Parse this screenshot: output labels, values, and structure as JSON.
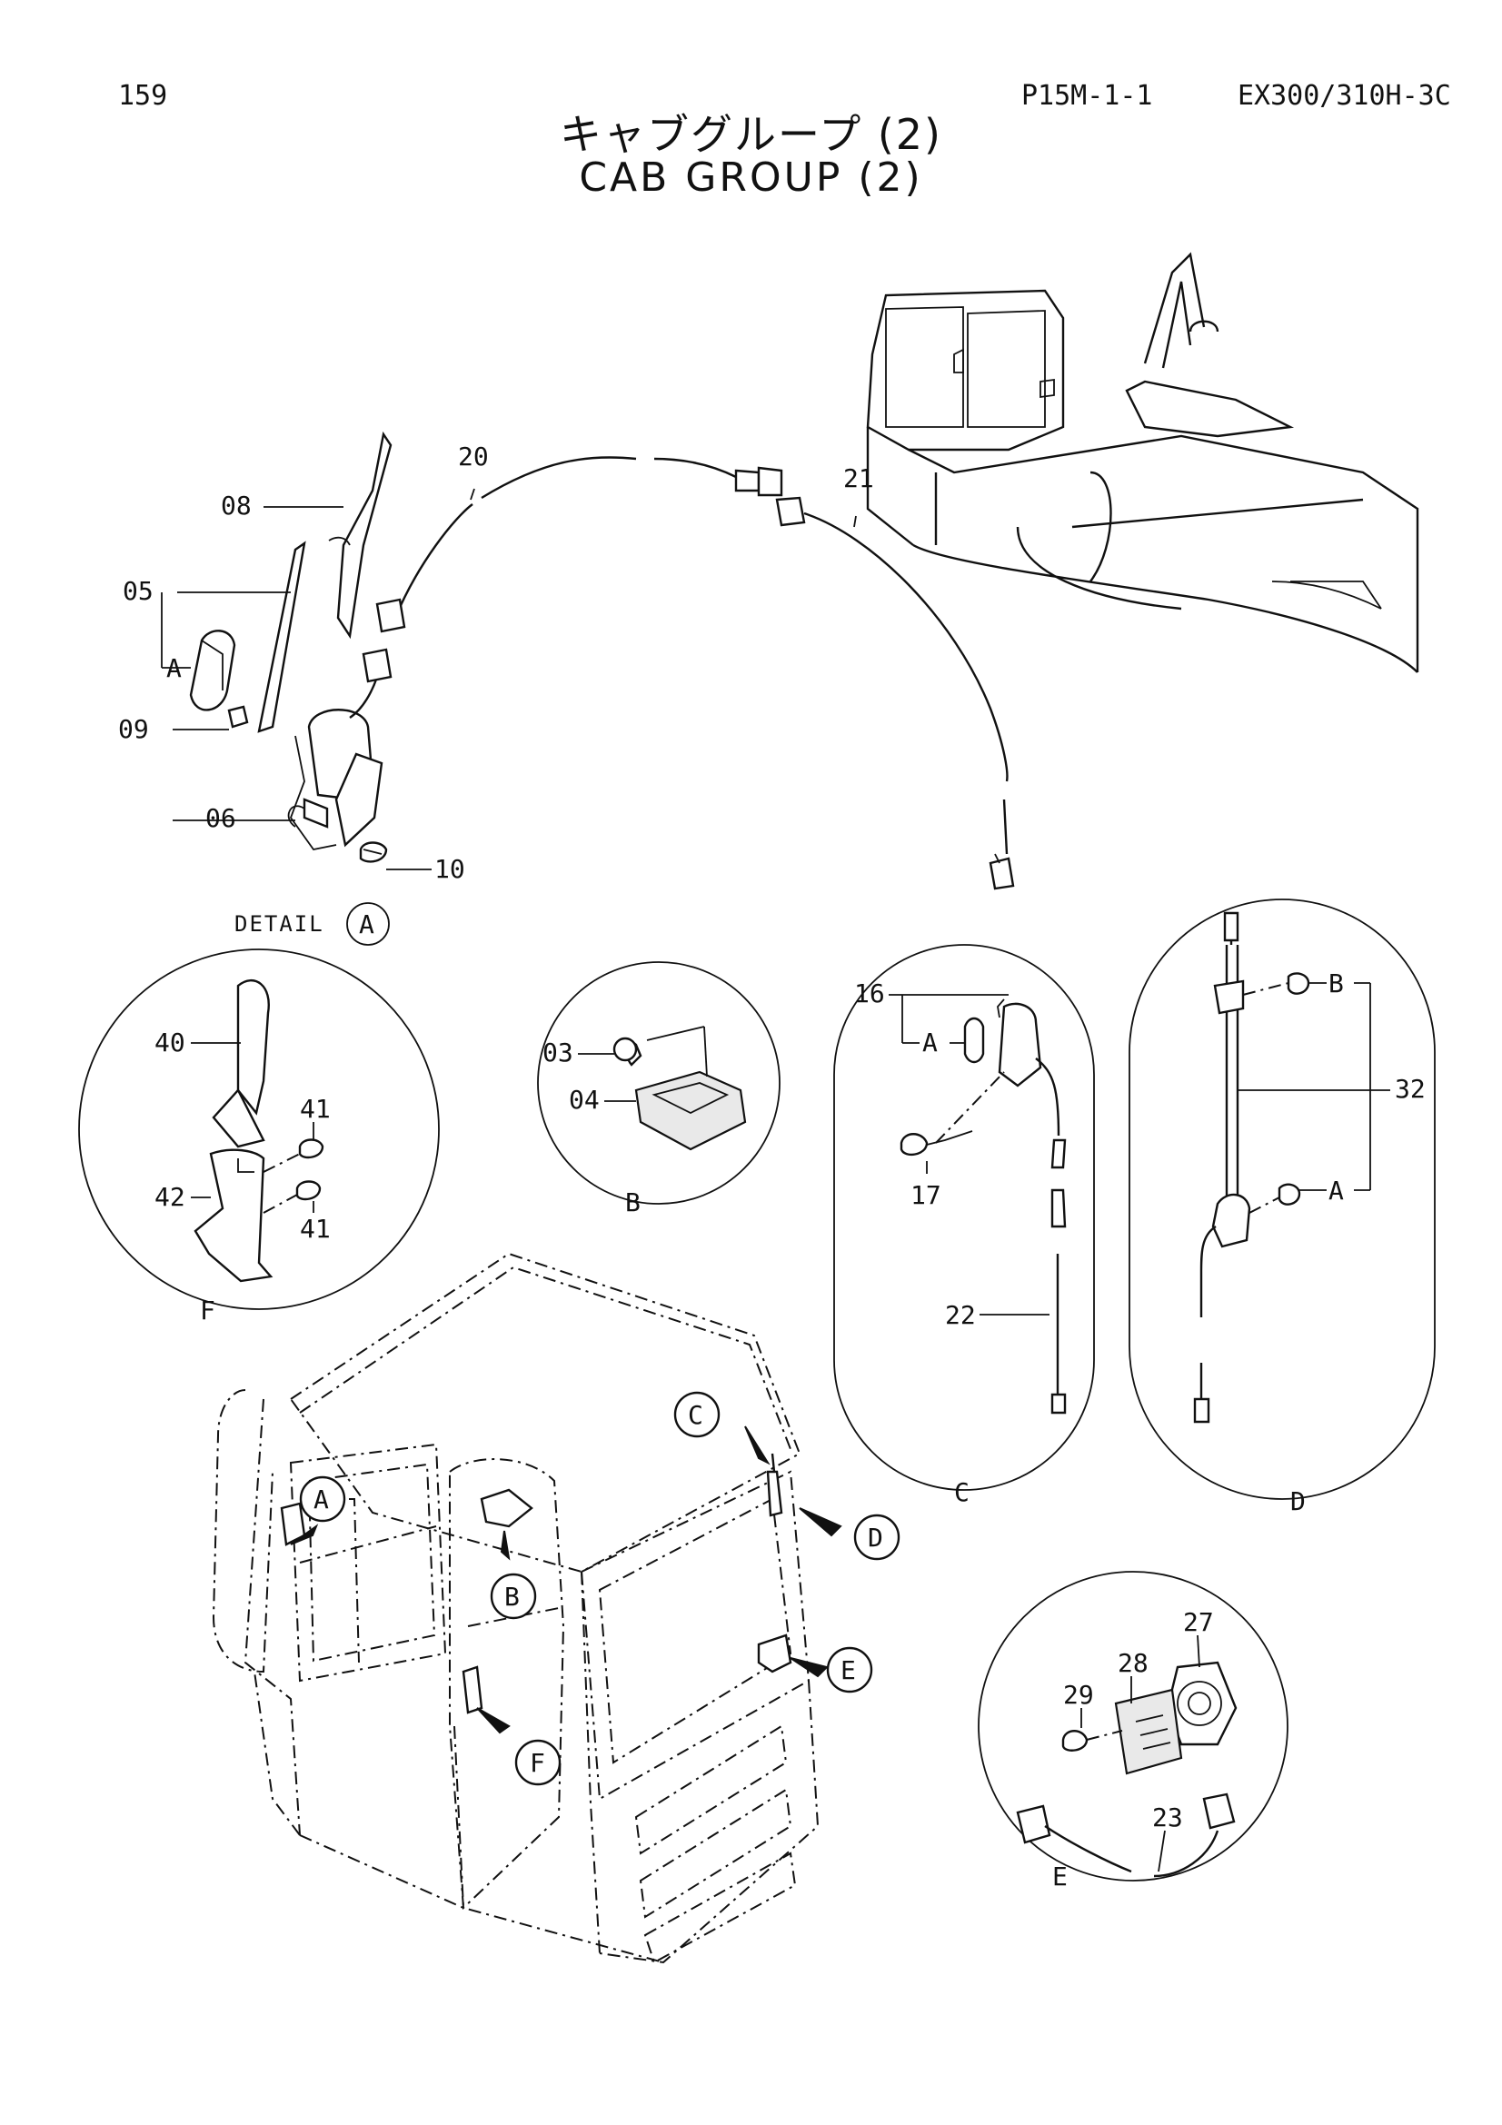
{
  "header": {
    "page_number": "159",
    "page_code": "P15M-1-1",
    "model": "EX300/310H-3C",
    "title_jp": "キャブグループ (2)",
    "title_en": "CAB GROUP (2)"
  },
  "detail_a": {
    "caption": "DETAIL",
    "circle_letter": "A",
    "parts": [
      "08",
      "05",
      "A",
      "09",
      "06",
      "10",
      "20",
      "21"
    ]
  },
  "detail_b": {
    "letter": "B",
    "parts": [
      "03",
      "04"
    ]
  },
  "detail_c": {
    "letter": "C",
    "parts": [
      "16",
      "A",
      "17",
      "22"
    ]
  },
  "detail_d": {
    "letter": "D",
    "parts": [
      "B",
      "32",
      "A"
    ]
  },
  "detail_e": {
    "letter": "E",
    "parts": [
      "27",
      "28",
      "29",
      "23"
    ]
  },
  "detail_f": {
    "letter": "F",
    "parts": [
      "40",
      "41",
      "42",
      "41"
    ]
  },
  "cab_callouts": [
    "A",
    "B",
    "C",
    "D",
    "E",
    "F"
  ]
}
